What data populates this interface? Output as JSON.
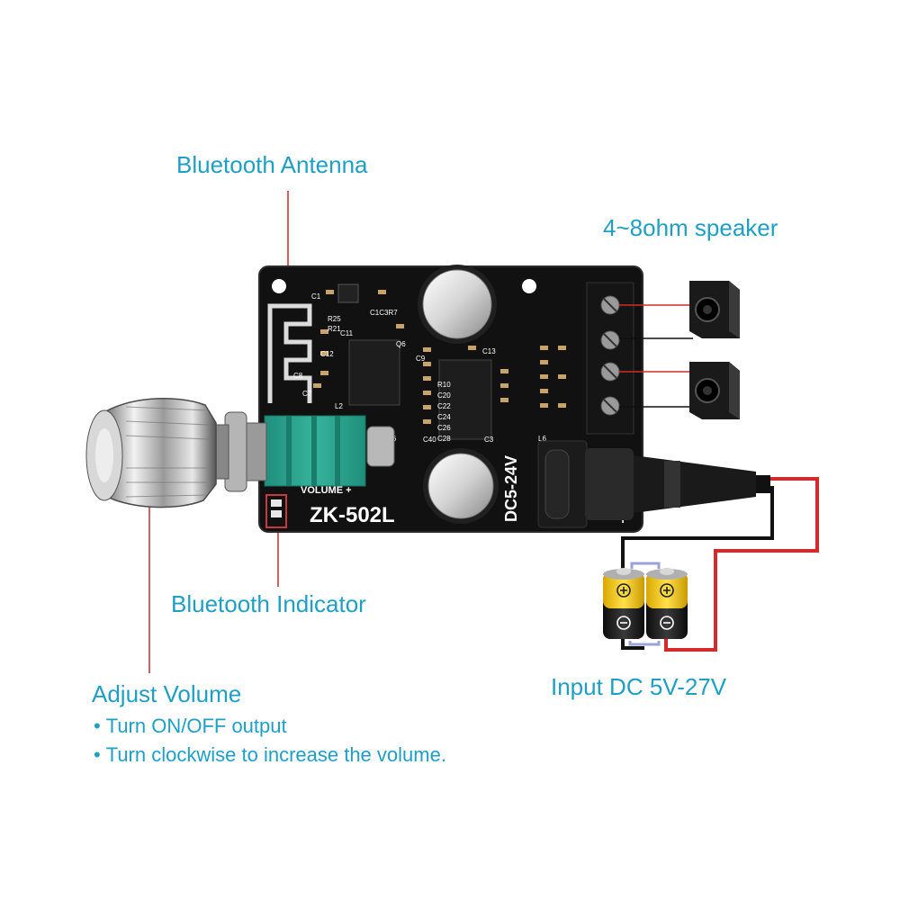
{
  "labels": {
    "antenna": "Bluetooth Antenna",
    "speaker": "4~8ohm speaker",
    "indicator": "Bluetooth Indicator",
    "volume": "Adjust Volume",
    "input": "Input DC 5V-27V"
  },
  "volume_notes": [
    "Turn ON/OFF output",
    "Turn clockwise to increase the volume."
  ],
  "board": {
    "model": "ZK-502L",
    "voltage": "DC5-24V",
    "pot_label": "VOLUME +",
    "plus_mark": "+"
  },
  "colors": {
    "label_text": "#1f9fc4",
    "leader_line": "#c8383c",
    "pcb": "#111111",
    "pot_body": "#2aa590",
    "wire_red": "#d42a2a",
    "wire_black": "#111111",
    "battery_top": "#f2c300"
  },
  "icons": [
    "bluetooth-antenna-trace",
    "volume-knob",
    "speaker-icon",
    "battery-icon",
    "dc-jack"
  ]
}
